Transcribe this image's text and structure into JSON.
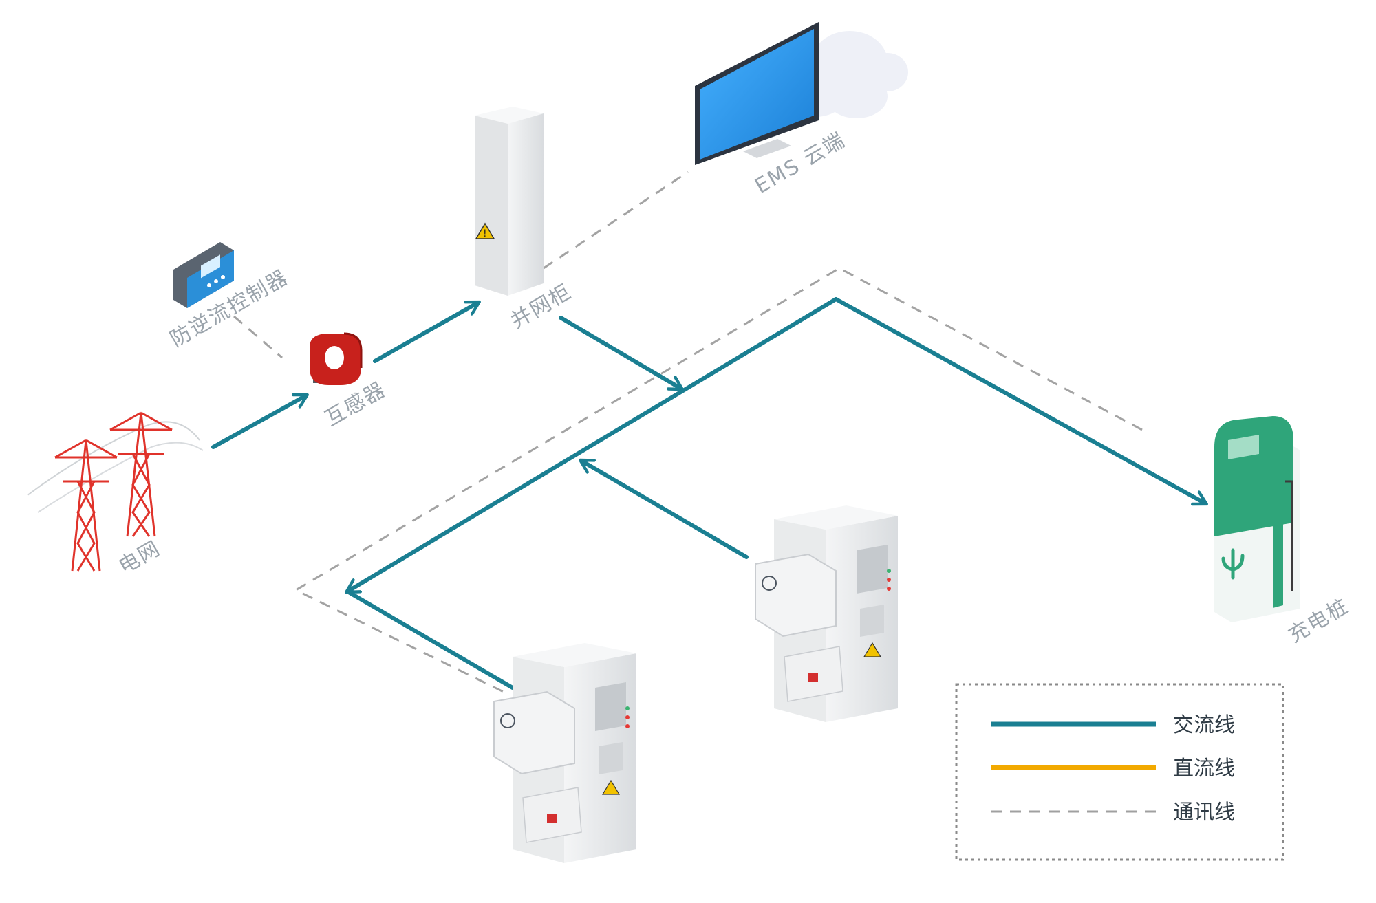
{
  "labels": {
    "grid": "电网",
    "anti_backflow_controller": "防逆流控制器",
    "current_transformer": "互感器",
    "grid_connection_cabinet": "并网柜",
    "ems_cloud": "EMS 云端",
    "charging_pile": "充电桩"
  },
  "legend": {
    "ac_line": "交流线",
    "dc_line": "直流线",
    "comm_line": "通讯线"
  },
  "colors": {
    "ac_line": "#1a7f92",
    "dc_line": "#f2a900",
    "comm_line": "#a0a0a0",
    "tower": "#e0332b",
    "charger_green": "#2fa57a",
    "monitor_blue": "#1e88e5"
  }
}
